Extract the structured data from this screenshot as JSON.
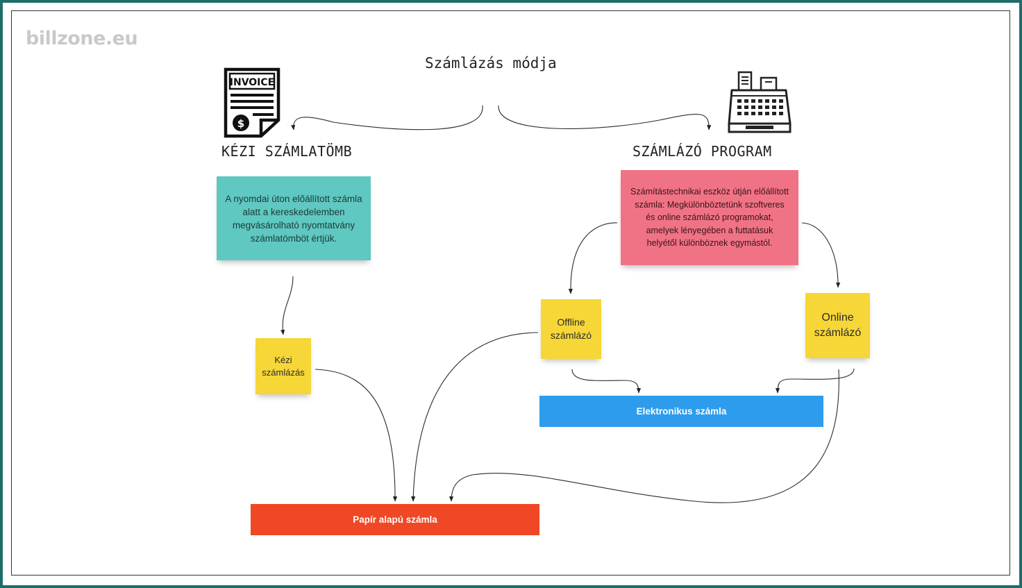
{
  "logo": "billzone.eu",
  "title": "Számlázás módja",
  "left": {
    "heading": "KÉZI SZÁMLATÖMB",
    "icon_text": "INVOICE",
    "icon_symbol": "$",
    "description": "A nyomdai úton előállított számla alatt a kereskedelemben megvásárolható nyomtatvány számlatömböt értjük.",
    "sticky": "Kézi számlázás"
  },
  "right": {
    "heading": "SZÁMLÁZÓ PROGRAM",
    "description": "Számítástechnikai eszköz útján előállított számla: Megkülönböztetünk szoftveres és online számlázó programokat, amelyek lényegében a futtatásuk helyétől különböznek egymástól.",
    "sticky_offline": "Offline számlázó",
    "sticky_online": "Online számlázó"
  },
  "outputs": {
    "electronic": "Elektronikus számla",
    "paper": "Papír alapú számla"
  },
  "colors": {
    "teal": "#5ec8c1",
    "pink": "#f07385",
    "yellow": "#f7d637",
    "blue": "#2d9cec",
    "red": "#f04724",
    "frame": "#1f6e6b"
  },
  "icons": [
    "invoice-icon",
    "cash-register-icon"
  ]
}
